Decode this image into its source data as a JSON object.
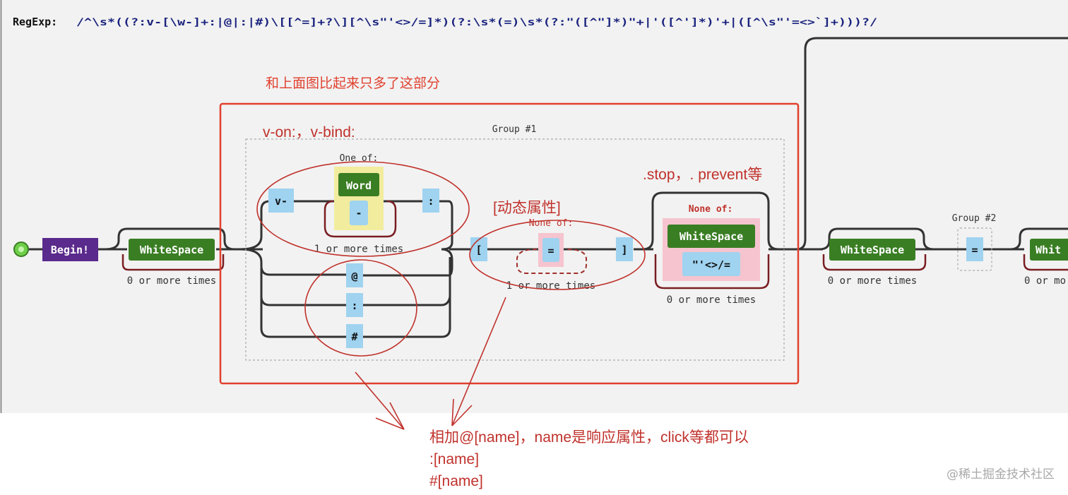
{
  "regexp": {
    "label": "RegExp:",
    "pattern": "/^\\s*((?:v-[\\w-]+:|@|:|#)\\[[^=]+?\\][^\\s\"'<>/=]*)(?:\\s*(=)\\s*(?:\"([^\"]*)\"+|'([^']*)'+|([^\\s\"'=<>`]+)))?/"
  },
  "diagram": {
    "begin": "Begin!",
    "whitespace": "WhiteSpace",
    "zero_or_more": "0 or more times",
    "one_or_more": "1 or more times",
    "group1": "Group #1",
    "group2": "Group #2",
    "one_of": "One of:",
    "none_of": "None of:",
    "word": "Word",
    "hyphen": "-",
    "v_prefix": "v-",
    "colon": ":",
    "at": "@",
    "hash": "#",
    "open_bracket": "[",
    "close_bracket": "]",
    "equals": "=",
    "quote_chars": "\"'<>/=",
    "whitespace_partial": "Whit",
    "zero_or_more_partial": "0 or mo"
  },
  "annotations": {
    "only_added": "和上面图比起来只多了这部分",
    "von_vbind": "v-on:，v-bind:",
    "modifiers": ".stop，. prevent等",
    "dynamic_attr": "[动态属性]",
    "note_line1": "相加@[name]，name是响应属性，click等都可以",
    "note_line2": ":[name]",
    "note_line3": "#[name]"
  },
  "watermark": "@稀土掘金技术社区",
  "colors": {
    "terminal_green": "#3a7e24",
    "literal_blue": "#9fd3f0",
    "begin_purple": "#5a2a8c",
    "one_of_yellow": "#f2ec9e",
    "none_of_pink": "#f6c4cf",
    "annotation_red": "#c0322c",
    "repeat_maroon": "#7a1e22"
  }
}
